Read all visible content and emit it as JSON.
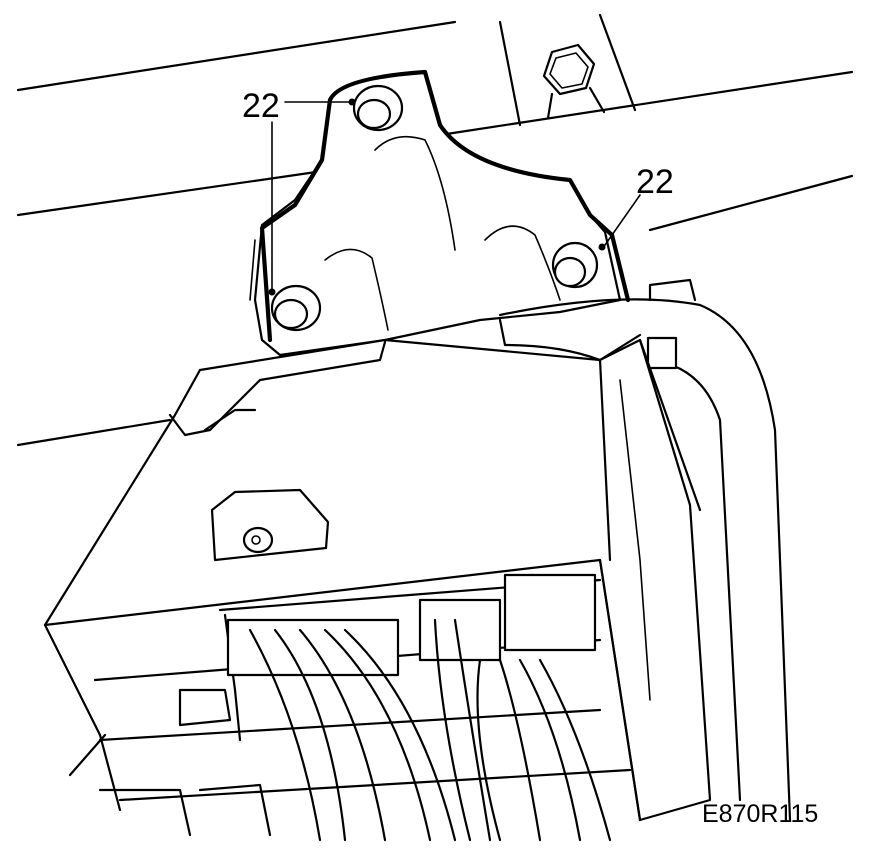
{
  "callouts": [
    {
      "label": "22"
    },
    {
      "label": "22"
    }
  ],
  "figure_code": "E870R115"
}
